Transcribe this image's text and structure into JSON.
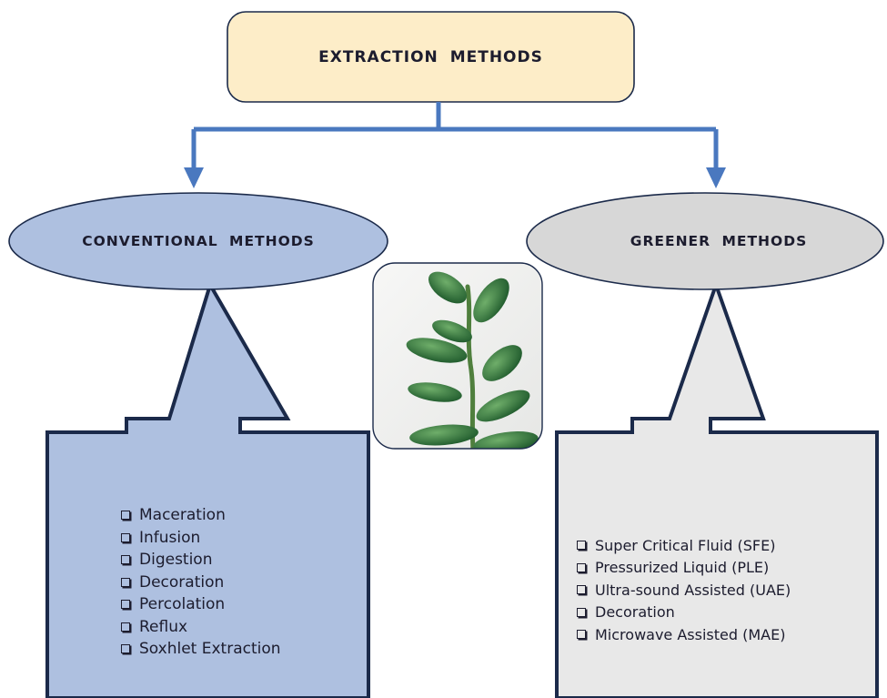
{
  "title": "EXTRACTION METHODS",
  "branches": {
    "conventional": {
      "label": "CONVENTIONAL METHODS",
      "items": [
        "Maceration",
        "Infusion",
        "Digestion",
        "Decoration",
        "Percolation",
        "Reflux",
        "Soxhlet Extraction"
      ]
    },
    "greener": {
      "label": "GREENER METHODS",
      "items": [
        "Super Critical Fluid (SFE)",
        "Pressurized Liquid (PLE)",
        "Ultra-sound Assisted (UAE)",
        "Decoration",
        "Microwave Assisted (MAE)"
      ]
    }
  },
  "colors": {
    "title_fill": "#fdedc8",
    "connector": "#4a78bf",
    "conventional_fill": "#aec0e0",
    "greener_fill": "#d7d7d7",
    "greener_box_fill": "#e8e8e8",
    "outline": "#1b2a4a"
  },
  "icons": {
    "center_image": "plant-image",
    "bullet": "checkbox-icon"
  }
}
